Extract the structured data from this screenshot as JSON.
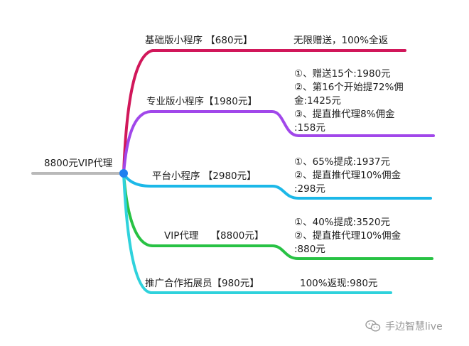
{
  "root": {
    "label": "8800元VIP代理",
    "color": "#b9b9b9",
    "node_color": "#1e7ff0"
  },
  "branches": [
    {
      "label": "基础版小程序 【680元】",
      "color": "#d1175a",
      "details": [
        "无限赠送，100%全返"
      ]
    },
    {
      "label": "专业版小程序【1980元】",
      "color": "#a147ea",
      "details": [
        "①、赠送15个:1980元",
        "②、第16个开始提72%佣",
        "金:1425元",
        "③、提直推代理8%佣金",
        ":158元"
      ]
    },
    {
      "label": "平台小程序 【2980元】",
      "color": "#1cb8e8",
      "details": [
        "①、65%提成:1937元",
        "②、提直推代理10%佣金",
        ":298元"
      ]
    },
    {
      "label": "VIP代理    【8800元】",
      "color": "#28c244",
      "details": [
        "①、40%提成:3520元",
        "②、提直推代理10%佣金",
        ":880元"
      ]
    },
    {
      "label": "推广合作拓展员【980元】",
      "color": "#2fd2dc",
      "details": [
        "100%返现:980元"
      ]
    }
  ],
  "watermark": {
    "text": "手边智慧live",
    "icon": "wechat-icon"
  }
}
